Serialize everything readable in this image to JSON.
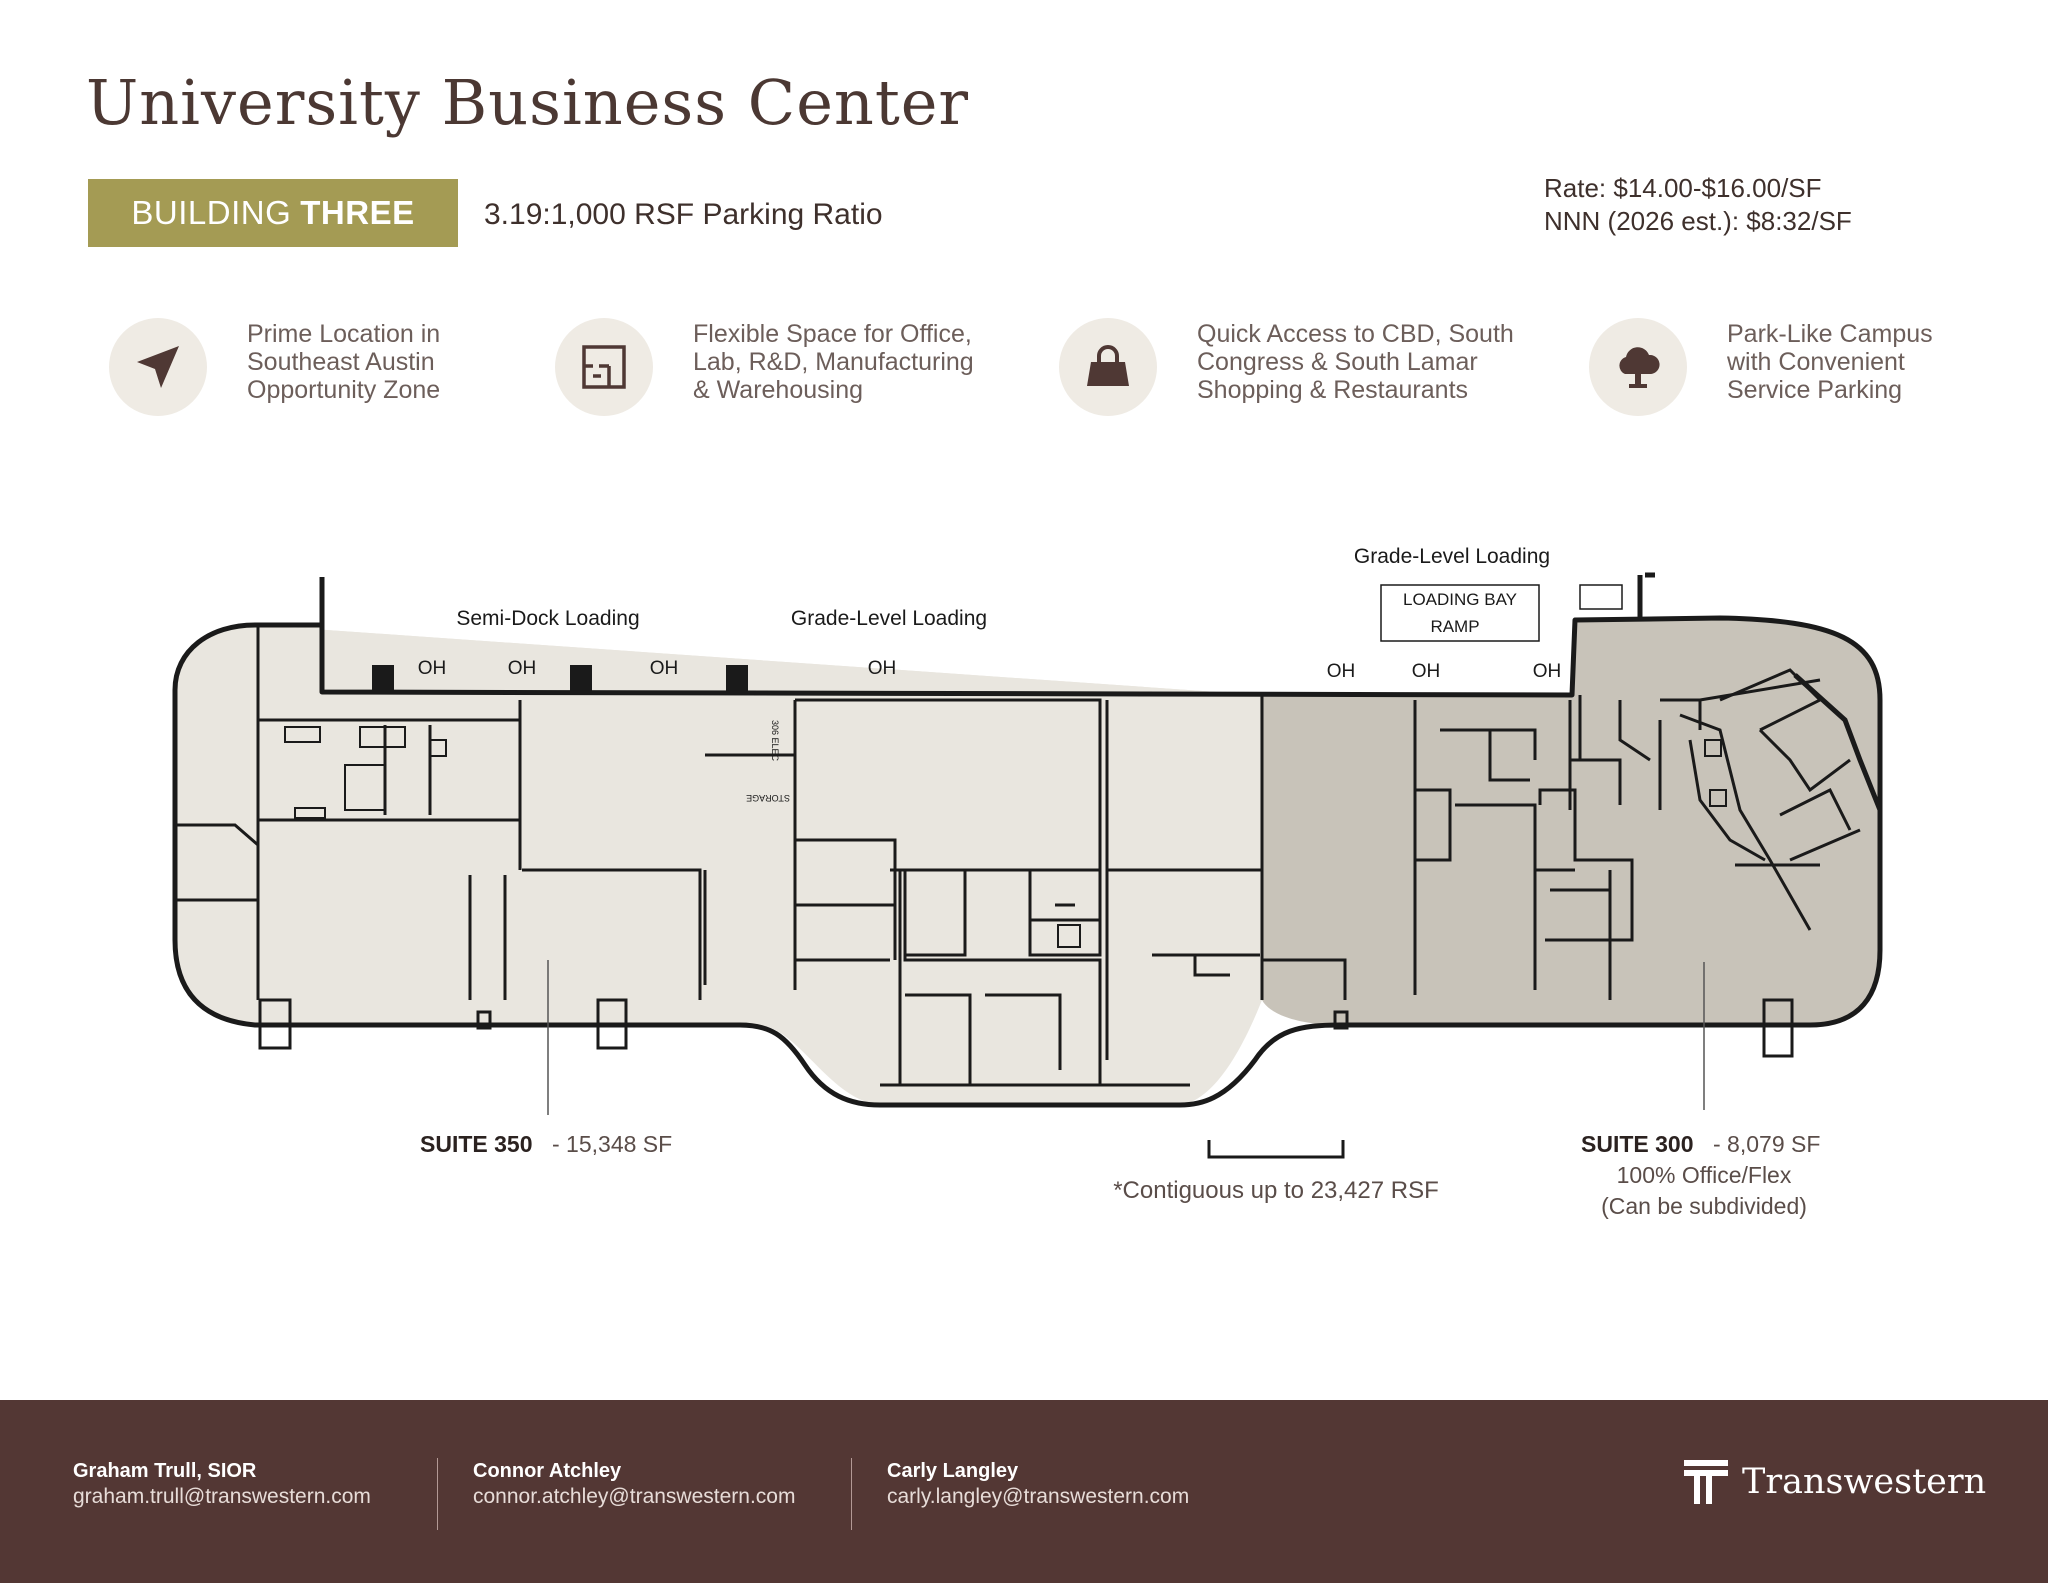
{
  "header": {
    "title": "University Business Center",
    "badge_light": "BUILDING",
    "badge_bold": "THREE",
    "parking_ratio": "3.19:1,000 RSF Parking Ratio",
    "rate": "Rate: $14.00-$16.00/SF",
    "nnn": "NNN (2026 est.): $8:32/SF"
  },
  "features": [
    {
      "icon": "location-arrow-icon",
      "lines": [
        "Prime Location in",
        "Southeast Austin",
        "Opportunity Zone"
      ]
    },
    {
      "icon": "floor-plan-icon",
      "lines": [
        "Flexible Space for Office,",
        "Lab, R&D, Manufacturing",
        "& Warehousing"
      ]
    },
    {
      "icon": "shopping-bag-icon",
      "lines": [
        "Quick Access to CBD, South",
        "Congress & South Lamar",
        "Shopping & Restaurants"
      ]
    },
    {
      "icon": "tree-icon",
      "lines": [
        "Park-Like Campus",
        "with Convenient",
        "Service Parking"
      ]
    }
  ],
  "floorplan": {
    "semi_dock_label": "Semi-Dock Loading",
    "grade_level_label_1": "Grade-Level Loading",
    "grade_level_label_2": "Grade-Level Loading",
    "loading_bay_line1": "LOADING BAY",
    "loading_bay_line2": "RAMP",
    "door_label": "OH",
    "elec_label": "306 ELEC",
    "storage_label": "STORAGE",
    "suite350_name": "SUITE 350",
    "suite350_size": "- 15,348 SF",
    "suite300_name": "SUITE 300",
    "suite300_size": "- 8,079 SF",
    "suite300_use": "100% Office/Flex",
    "suite300_note": "(Can be subdivided)",
    "contiguous_note": "*Contiguous up to 23,427 RSF",
    "colors": {
      "suite350_fill": "#e9e6df",
      "suite300_fill": "#c8c3b9",
      "wall": "#1a1a1a"
    }
  },
  "footer": {
    "contacts": [
      {
        "name": "Graham Trull, SIOR",
        "email": "graham.trull@transwestern.com"
      },
      {
        "name": "Connor Atchley",
        "email": "connor.atchley@transwestern.com"
      },
      {
        "name": "Carly Langley",
        "email": "carly.langley@transwestern.com"
      }
    ],
    "brand": "Transwestern",
    "colors": {
      "background": "#533734",
      "badge": "#a49b54"
    }
  }
}
